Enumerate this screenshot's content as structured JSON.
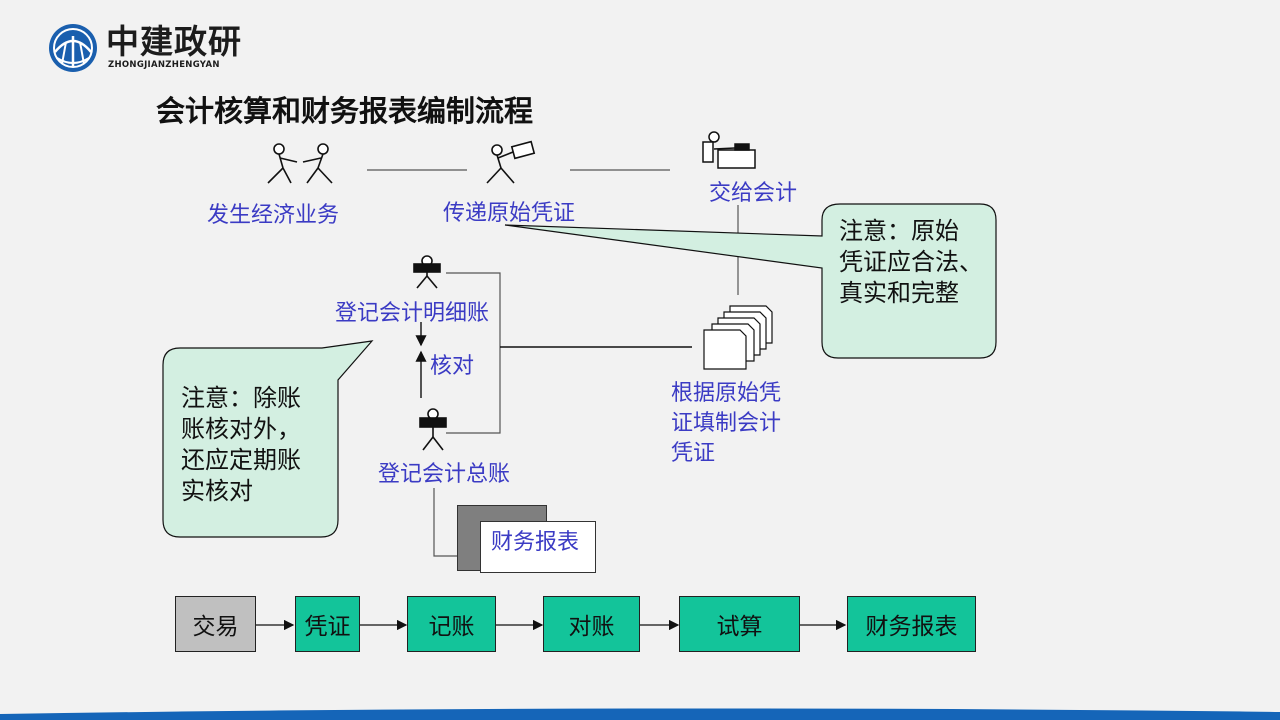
{
  "logo": {
    "name": "中建政研",
    "subtitle": "ZHONGJIANZHENGYAN"
  },
  "title": "会计核算和财务报表编制流程",
  "diagram": {
    "step_business": "发生经济业务",
    "step_transmit": "传递原始凭证",
    "step_hand_over": "交给会计",
    "step_detail_ledger": "登记会计明细账",
    "step_check": "核对",
    "step_general_ledger": "登记会计总账",
    "step_voucher": [
      "根据原始凭",
      "证填制会计",
      "凭证"
    ],
    "step_report": "财务报表"
  },
  "callouts": {
    "right": [
      "注意：原始",
      "凭证应合法、",
      "真实和完整"
    ],
    "left": [
      "注意：除账",
      "账核对外，",
      "还应定期账",
      "实核对"
    ]
  },
  "process": [
    "交易",
    "凭证",
    "记账",
    "对账",
    "试算",
    "财务报表"
  ],
  "colors": {
    "accent_blue": "#3b3bc4",
    "box_green": "#13c49a",
    "callout_fill": "#d3efe1",
    "footer_blue": "#1565b8"
  }
}
